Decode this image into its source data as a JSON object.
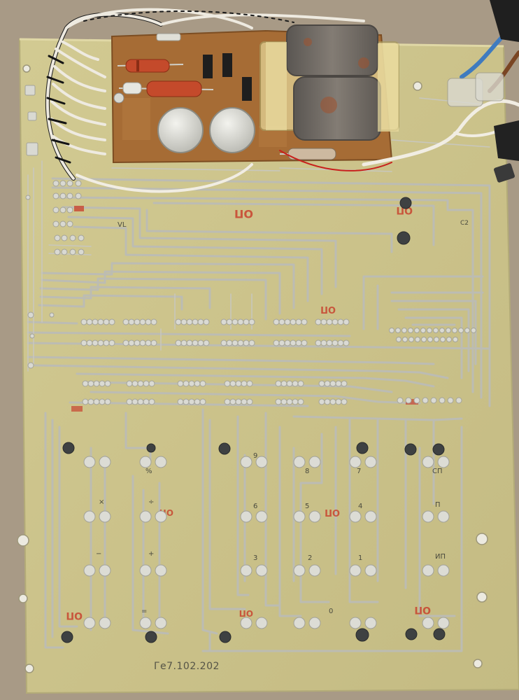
{
  "photo": {
    "subject": "printed-circuit-board",
    "board_marking": "Гe7.102.202",
    "silkscreen_labels": {
      "vl": "VL",
      "c2": "C2"
    },
    "key_labels": [
      "%",
      "÷",
      "×",
      "−",
      "+",
      "=",
      "7",
      "8",
      "9",
      "4",
      "5",
      "6",
      "1",
      "2",
      "3",
      "0",
      "СП",
      "П",
      "ИП"
    ],
    "colors": {
      "background": "#a89a86",
      "board": "#cfc68e",
      "trace": "#b9b9b1",
      "solder": "#d8d8d2",
      "red_mark": "#c8432f",
      "transformer_core": "#6d6862",
      "psu_board": "#a0652f",
      "wire_white": "#eeeae0"
    }
  }
}
